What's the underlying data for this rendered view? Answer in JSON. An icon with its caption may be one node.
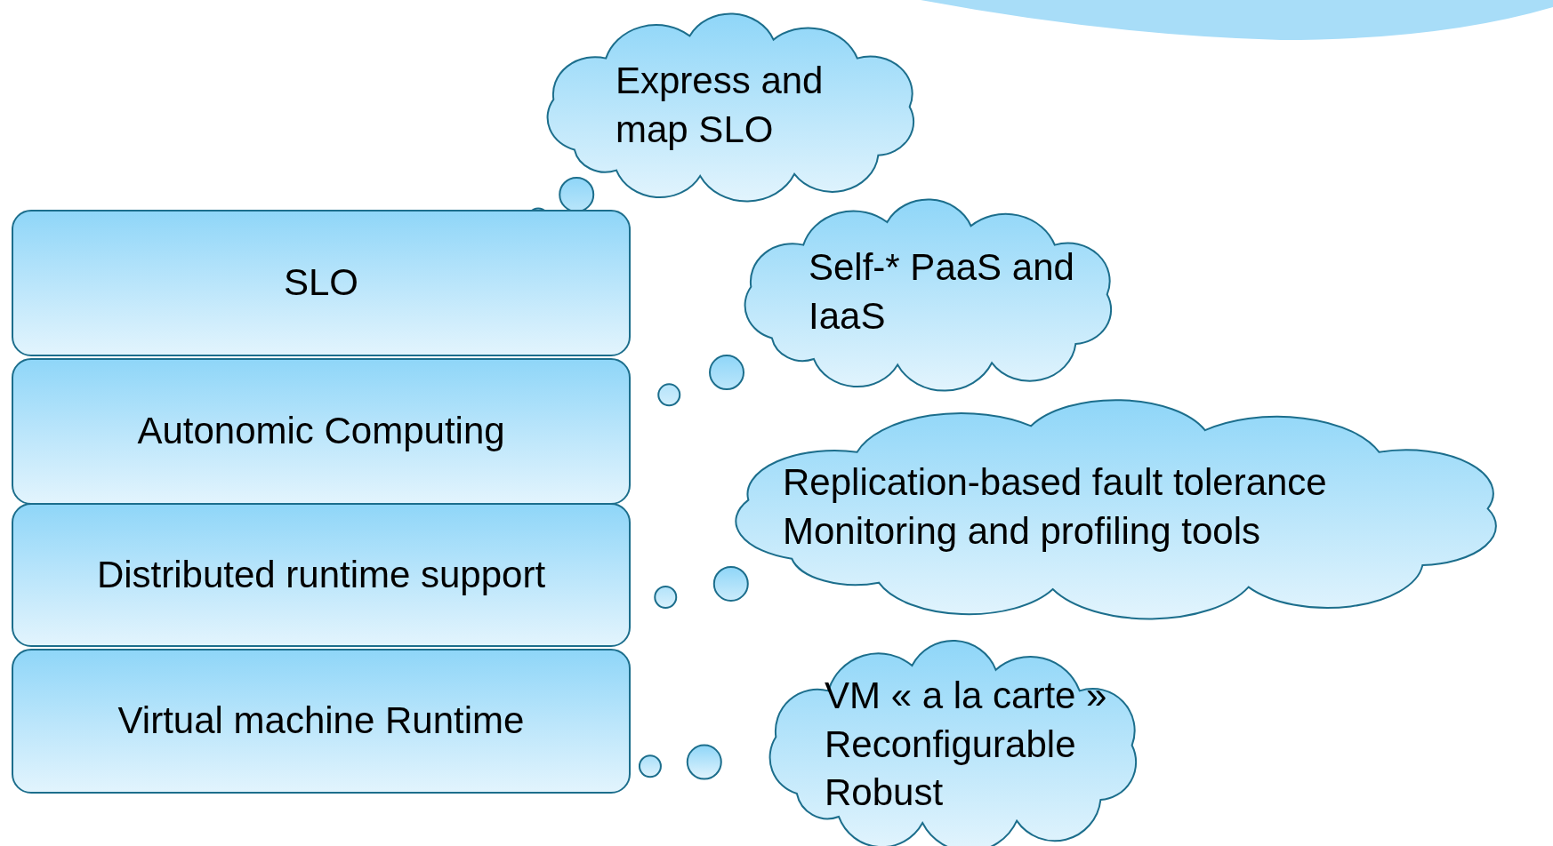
{
  "diagram": {
    "nodes": [
      {
        "text": [
          "SLO"
        ]
      },
      {
        "text": [
          "Autonomic Computing"
        ]
      },
      {
        "text": [
          "Distributed runtime support"
        ]
      },
      {
        "text": [
          "Virtual machine Runtime"
        ]
      },
      {
        "text": [
          "Express and map SLO"
        ]
      },
      {
        "text": [
          "Self-* PaaS and IaaS"
        ]
      },
      {
        "text": [
          "Replication-based fault tolerance",
          "Monitoring and profiling tools"
        ]
      },
      {
        "text": [
          "VM « a la carte »",
          "Reconfigurable",
          "Robust"
        ]
      }
    ],
    "edges": [
      {
        "from": 0,
        "to": 4,
        "arrow": "none"
      },
      {
        "from": 1,
        "to": 5,
        "arrow": "none"
      },
      {
        "from": 2,
        "to": 6,
        "arrow": "none"
      },
      {
        "from": 3,
        "to": 7,
        "arrow": "none"
      }
    ]
  }
}
